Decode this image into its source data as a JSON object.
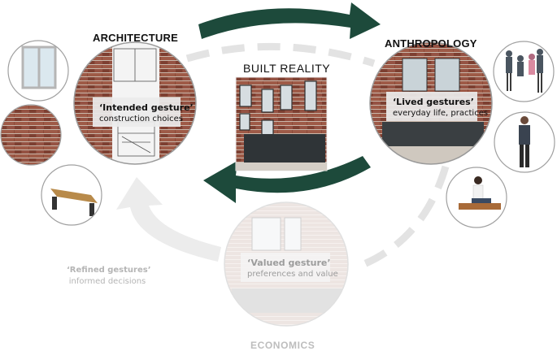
{
  "headings": {
    "architecture": "ARCHITECTURE",
    "anthropology": "ANTHROPOLOGY",
    "built_reality": "BUILT REALITY",
    "economics": "ECONOMICS"
  },
  "labels": {
    "intended": {
      "title": "‘Intended gesture’",
      "subtitle": "construction choices"
    },
    "lived": {
      "title": "‘Lived gestures’",
      "subtitle": "everyday life, practices"
    },
    "valued": {
      "title": "‘Valued gesture’",
      "subtitle": "preferences and value"
    },
    "refined": {
      "title": "‘Refined gestures’",
      "subtitle": "informed decisions"
    }
  },
  "colors": {
    "arrow_dark": "#1d4a3b",
    "arrow_light": "#ececec",
    "brick": "#8a4a3a",
    "ring": "#b8b8b8"
  }
}
